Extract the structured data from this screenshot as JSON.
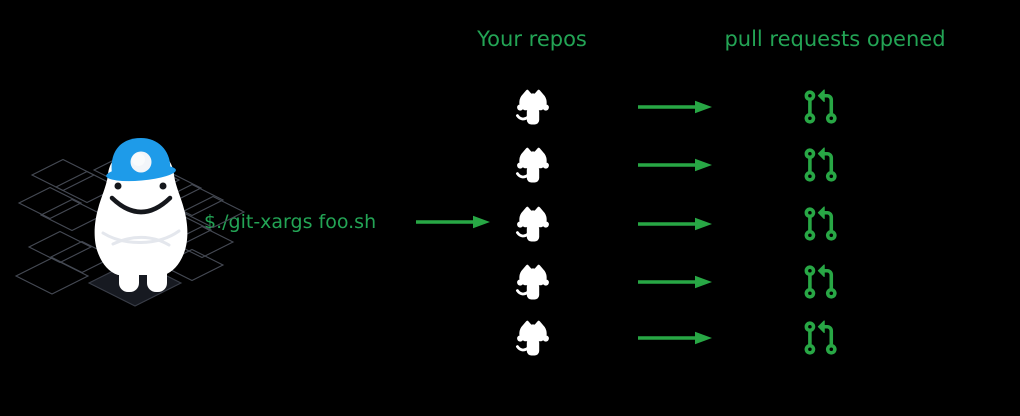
{
  "diagram": {
    "headers": {
      "repos": "Your repos",
      "prs": "pull requests opened"
    },
    "command": {
      "text": "$./git-xargs foo.sh"
    },
    "row_count": 5,
    "icons": {
      "repo_icon": "github-octocat-icon",
      "pr_icon": "git-pull-request-icon",
      "flow_icon": "right-arrow-icon",
      "command_arrow_icon": "right-arrow-icon"
    },
    "mascot": {
      "name": "yeti-miner-mascot",
      "details": [
        "blue-hard-hat",
        "headlamp",
        "crossed-arms",
        "isometric-tile-grid"
      ]
    },
    "colors": {
      "background": "#000000",
      "green_text": "#23a455",
      "green_icon": "#28a745",
      "repo_icon_white": "#ffffff",
      "hat_blue": "#1e9be9",
      "grid_line": "#454a54",
      "tile_dark": "#171a21"
    }
  }
}
